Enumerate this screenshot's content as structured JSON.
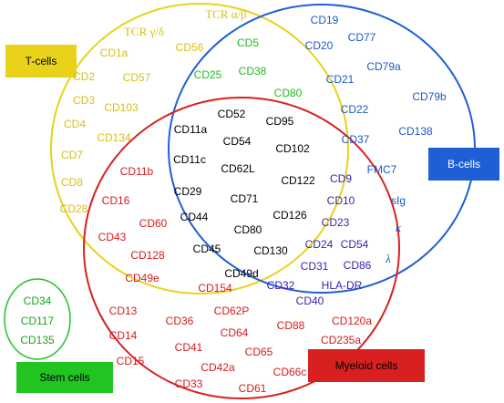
{
  "colors": {
    "t_cells": "#e8d21a",
    "b_cells": "#1f5fd6",
    "myeloid": "#d92020",
    "stem": "#22c422",
    "t_text": "#d8bf12",
    "b_text": "#1f57c8",
    "m_text": "#d41c1c",
    "s_text": "#1aa61a",
    "shared_text": "#000000",
    "bm_text": "#3a1fa8",
    "tb_text": "#22b822"
  },
  "sets": {
    "t_cells": "T-cells",
    "b_cells": "B-cells",
    "myeloid": "Myeloid cells",
    "stem": "Stem cells"
  },
  "markers": {
    "t_only": [
      "TCR α/β",
      "TCR γ/δ",
      "CD1a",
      "CD56",
      "CD2",
      "CD57",
      "CD3",
      "CD103",
      "CD4",
      "CD134",
      "CD7",
      "CD8",
      "CD28"
    ],
    "t_b": [
      "CD5",
      "CD25",
      "CD38",
      "CD80"
    ],
    "b_only": [
      "CD19",
      "CD20",
      "CD77",
      "CD79a",
      "CD21",
      "CD79b",
      "CD22",
      "CD37",
      "CD138",
      "FMC7",
      "sIg",
      "κ",
      "λ"
    ],
    "t_m": [
      "CD11b",
      "CD16",
      "CD60",
      "CD43",
      "CD128",
      "CD49e",
      "CD154"
    ],
    "all": [
      "CD52",
      "CD11a",
      "CD95",
      "CD54",
      "CD11c",
      "CD102",
      "CD62L",
      "CD122",
      "CD29",
      "CD71",
      "CD44",
      "CD126",
      "CD80",
      "CD45",
      "CD130",
      "CD49d"
    ],
    "b_m": [
      "CD9",
      "CD10",
      "CD23",
      "CD24",
      "CD54",
      "CD31",
      "CD86",
      "CD32",
      "HLA-DR",
      "CD40"
    ],
    "m_only": [
      "CD13",
      "CD36",
      "CD62P",
      "CD14",
      "CD64",
      "CD88",
      "CD120a",
      "CD41",
      "CD65",
      "CD235a",
      "CD15",
      "CD42a",
      "CD66c",
      "CD33",
      "CD61"
    ],
    "stem": [
      "CD34",
      "CD117",
      "CD135"
    ]
  }
}
